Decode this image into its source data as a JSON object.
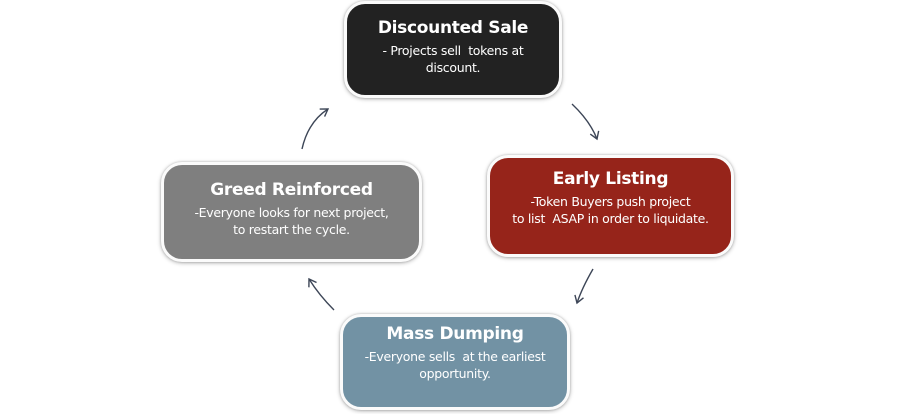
{
  "diagram": {
    "type": "cycle",
    "background": "#ffffff",
    "arrow_color": "#3d4657",
    "nodes": [
      {
        "id": "discounted-sale",
        "title": "Discounted Sale",
        "body": "- Projects sell  tokens at\ndiscount.",
        "fill": "#222222",
        "text_color": "#ffffff"
      },
      {
        "id": "early-listing",
        "title": "Early Listing",
        "body": "-Token Buyers push project\nto list  ASAP in order to liquidate.",
        "fill": "#96241a",
        "text_color": "#ffffff"
      },
      {
        "id": "mass-dumping",
        "title": "Mass Dumping",
        "body": "-Everyone sells  at the earliest\nopportunity.",
        "fill": "#7292a4",
        "text_color": "#ffffff"
      },
      {
        "id": "greed-reinforced",
        "title": "Greed Reinforced",
        "body": "-Everyone looks for next project,\nto restart the cycle.",
        "fill": "#7f7f7f",
        "text_color": "#ffffff"
      }
    ],
    "edges": [
      {
        "from": "discounted-sale",
        "to": "early-listing"
      },
      {
        "from": "early-listing",
        "to": "mass-dumping"
      },
      {
        "from": "mass-dumping",
        "to": "greed-reinforced"
      },
      {
        "from": "greed-reinforced",
        "to": "discounted-sale"
      }
    ]
  }
}
